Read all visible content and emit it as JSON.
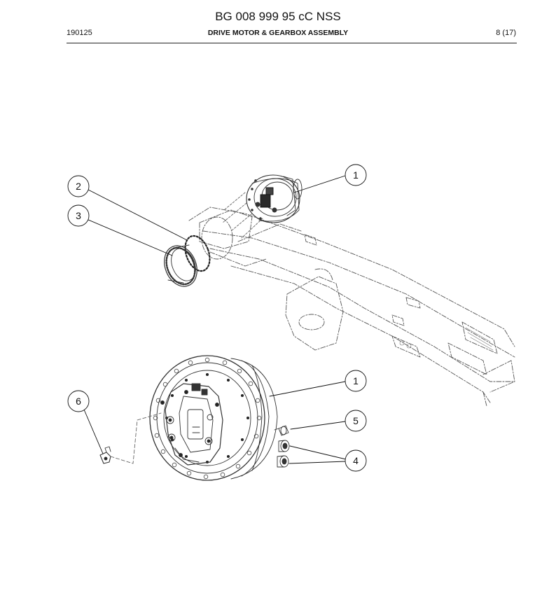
{
  "header": {
    "title": "BG 008 999 95 cC NSS",
    "doc_date": "190125",
    "section_title": "DRIVE MOTOR & GEARBOX ASSEMBLY",
    "page": "8 (17)"
  },
  "callouts": {
    "c1_upper": "1",
    "c2": "2",
    "c3": "3",
    "c1_lower": "1",
    "c5": "5",
    "c6": "6",
    "c4": "4"
  }
}
